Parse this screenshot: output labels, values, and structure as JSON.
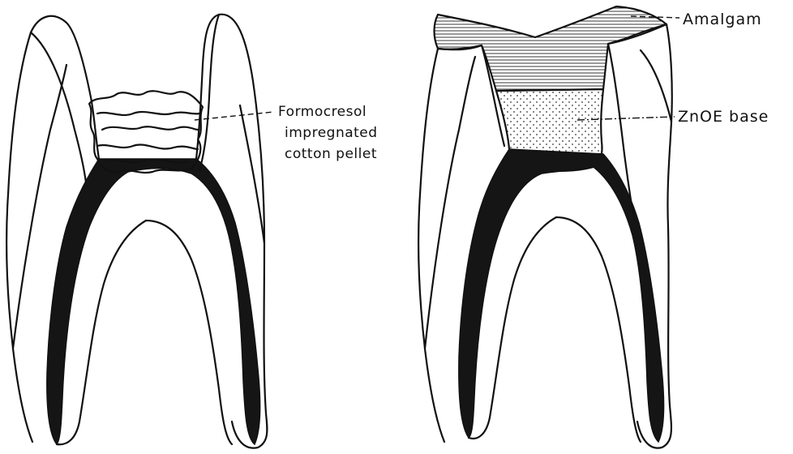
{
  "labels": {
    "formocresol_line1": "Formocresol",
    "formocresol_line2": "impregnated",
    "formocresol_line3": "cotton pellet",
    "amalgam": "Amalgam",
    "zoe_base": "ZnOE base"
  },
  "colors": {
    "ink": "#111111",
    "pulp": "#151515",
    "background": "#ffffff"
  }
}
